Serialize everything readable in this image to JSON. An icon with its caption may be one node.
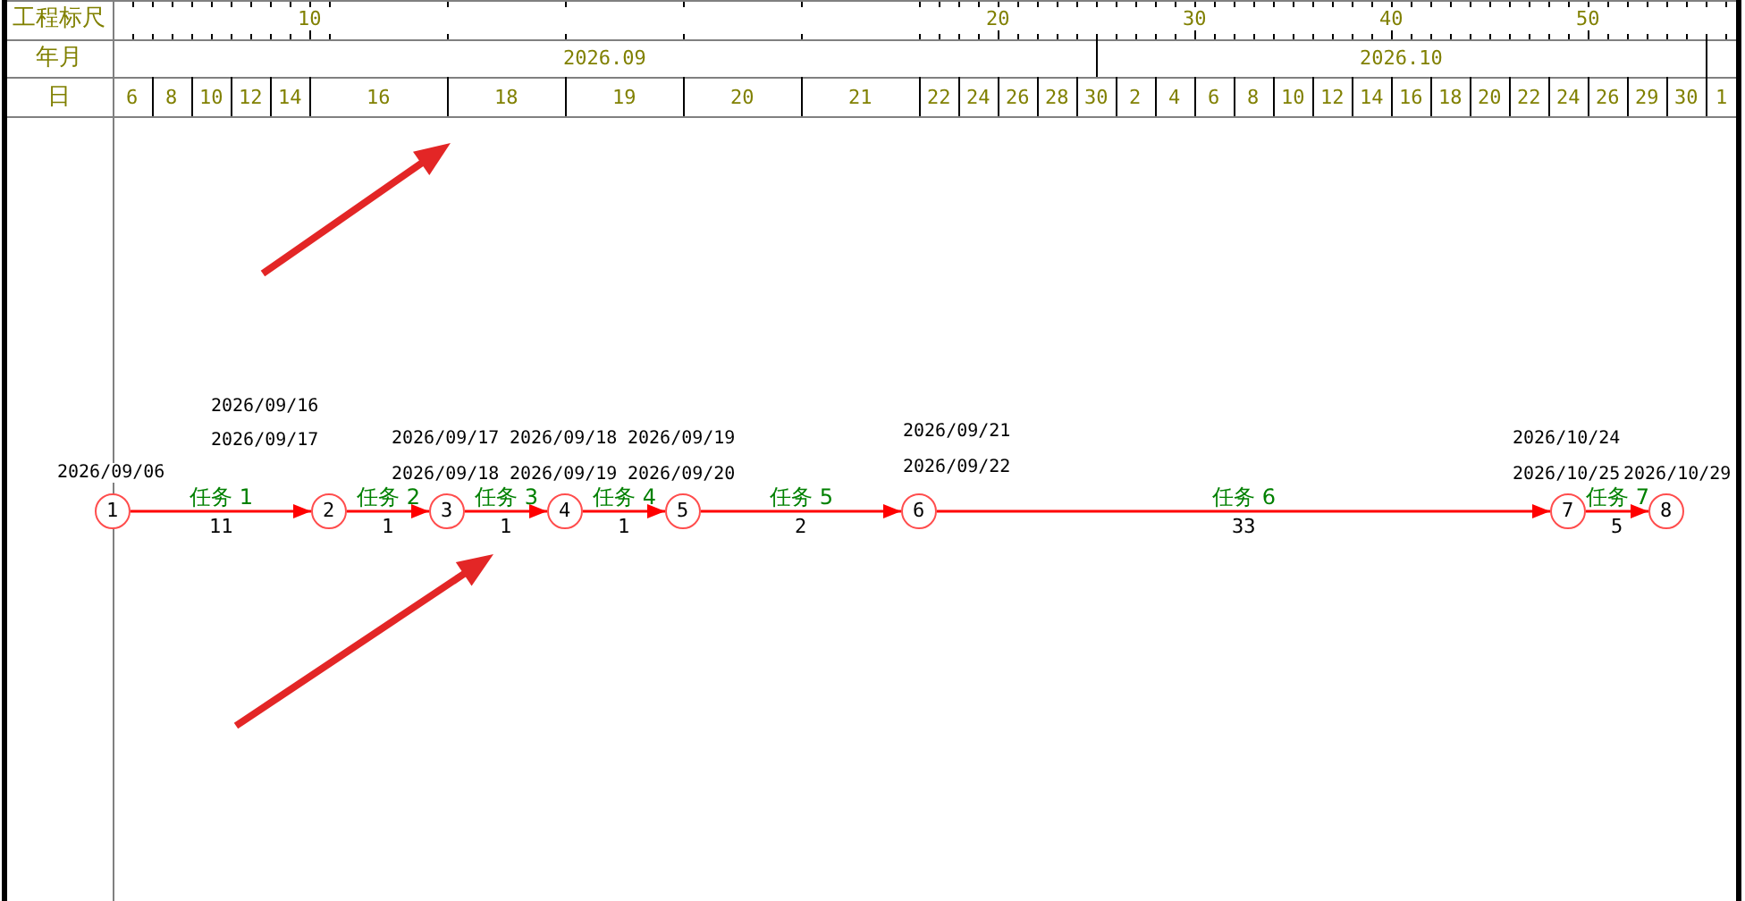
{
  "diagram": {
    "nodes": [
      {
        "text": [
          "1"
        ],
        "beside": [
          "2026/09/06"
        ]
      },
      {
        "text": [
          "2"
        ],
        "beside": [
          "2026/09/16",
          "2026/09/17"
        ]
      },
      {
        "text": [
          "3"
        ],
        "beside": [
          "2026/09/17",
          "2026/09/18"
        ]
      },
      {
        "text": [
          "4"
        ],
        "beside": [
          "2026/09/18",
          "2026/09/19"
        ]
      },
      {
        "text": [
          "5"
        ],
        "beside": [
          "2026/09/19",
          "2026/09/20"
        ]
      },
      {
        "text": [
          "6"
        ],
        "beside": [
          "2026/09/21",
          "2026/09/22"
        ]
      },
      {
        "text": [
          "7"
        ],
        "beside": [
          "2026/10/24",
          "2026/10/25"
        ]
      },
      {
        "text": [
          "8"
        ],
        "beside": [
          "2026/10/29"
        ]
      }
    ],
    "edges": [
      {
        "from": 0,
        "to": 1,
        "arrow": "to",
        "label": "任务 1"
      },
      {
        "from": 1,
        "to": 2,
        "arrow": "to",
        "label": "任务 2"
      },
      {
        "from": 2,
        "to": 3,
        "arrow": "to",
        "label": "任务 3"
      },
      {
        "from": 3,
        "to": 4,
        "arrow": "to",
        "label": "任务 4"
      },
      {
        "from": 4,
        "to": 5,
        "arrow": "to",
        "label": "任务 5"
      },
      {
        "from": 5,
        "to": 6,
        "arrow": "to",
        "label": "任务 6"
      },
      {
        "from": 6,
        "to": 7,
        "arrow": "to",
        "label": "任务 7"
      }
    ],
    "labels": [
      "工程标尺",
      "10",
      "20",
      "30",
      "40",
      "50",
      "年月",
      "2026.09",
      "2026.10",
      "日",
      "6",
      "8",
      "10",
      "12",
      "14",
      "16",
      "18",
      "19",
      "20",
      "21",
      "22",
      "24",
      "26",
      "28",
      "30",
      "2",
      "4",
      "6",
      "8",
      "10",
      "12",
      "14",
      "16",
      "18",
      "20",
      "22",
      "24",
      "26",
      "29",
      "30",
      "1",
      "11",
      "1",
      "1",
      "1",
      "2",
      "33",
      "5"
    ]
  }
}
